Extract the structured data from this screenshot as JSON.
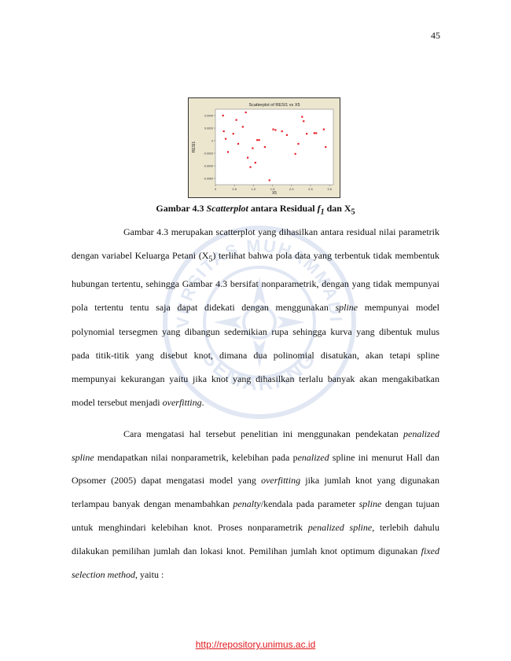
{
  "page_number": "45",
  "figure": {
    "caption_prefix": "Gambar 4.3 ",
    "caption_italic": "Scatterplot",
    "caption_mid": " antara Residual ",
    "caption_f": "f",
    "caption_f_sub": "1",
    "caption_and": " dan X",
    "caption_x_sub": "5"
  },
  "chart_data": {
    "type": "scatter",
    "title": "Scatterplot of RESI1 vs X5",
    "xlabel": "X5",
    "ylabel": "RESI1",
    "x_ticks": [
      "0",
      "0.5",
      "1.0",
      "1.5",
      "2.0",
      "2.5",
      "3.0"
    ],
    "y_ticks": [
      "0.0040",
      "0.0020",
      "0",
      "-0.0020",
      "-0.0040",
      "-0.0060"
    ],
    "xlim": [
      0,
      3.1
    ],
    "ylim": [
      -0.007,
      0.005
    ],
    "point_color": "#e8202a",
    "points": [
      [
        0.2,
        0.004
      ],
      [
        0.22,
        0.0015
      ],
      [
        0.27,
        0.0003
      ],
      [
        0.33,
        -0.0018
      ],
      [
        0.47,
        0.0011
      ],
      [
        0.55,
        0.0033
      ],
      [
        0.6,
        -0.0005
      ],
      [
        0.72,
        0.0022
      ],
      [
        0.8,
        0.0045
      ],
      [
        0.85,
        -0.0027
      ],
      [
        0.92,
        -0.0042
      ],
      [
        0.98,
        -0.0012
      ],
      [
        1.05,
        -0.0035
      ],
      [
        1.1,
        0.0001
      ],
      [
        1.15,
        0.0001
      ],
      [
        1.3,
        -0.001
      ],
      [
        1.42,
        -0.0063
      ],
      [
        1.52,
        0.0018
      ],
      [
        1.58,
        0.0017
      ],
      [
        1.75,
        0.0015
      ],
      [
        1.88,
        0.0009
      ],
      [
        2.1,
        -0.0021
      ],
      [
        2.18,
        -0.0005
      ],
      [
        2.28,
        0.0038
      ],
      [
        2.32,
        0.0031
      ],
      [
        2.4,
        0.0011
      ],
      [
        2.6,
        0.0012
      ],
      [
        2.65,
        0.0012
      ],
      [
        2.85,
        0.0018
      ],
      [
        2.9,
        -0.001
      ]
    ]
  },
  "paragraphs": {
    "p1": {
      "text_a": "Gambar 4.3 merupakan scatterplot yang dihasilkan antara residual nilai parametrik dengan variabel Keluarga Petani (X",
      "sub": "5",
      "text_b": ") terlihat bahwa pola data yang terbentuk tidak membentuk hubungan tertentu, sehingga Gambar 4.3 bersifat nonparametrik, dengan yang tidak mempunyai pola tertentu tentu saja dapat didekati dengan menggunakan ",
      "spline": "spline",
      "text_c": " mempunyai model polynomial tersegmen yang dibangun sedemikian rupa sehingga kurva yang dibentuk mulus pada titik-titik yang disebut knot, dimana dua polinomial disatukan, akan tetapi spline mempunyai kekurangan yaitu jika knot yang dihasilkan terlalu banyak akan mengakibatkan model tersebut menjadi ",
      "overfitting": "overfitting",
      "text_d": "."
    },
    "p2": {
      "text_a": "Cara mengatasi hal tersebut penelitian ini menggunakan pendekatan ",
      "penalized_spline": "penalized spline",
      "text_b": " mendapatkan nilai nonparametrik, kelebihan pada p",
      "enalized": "enalized",
      "text_c": " spline ini menurut Hall dan Opsomer (2005) dapat mengatasi model yang ",
      "overfitting": "overfitting",
      "text_d": " jika jumlah knot yang digunakan terlampau banyak dengan menambahkan ",
      "penalty": "penalty",
      "text_e": "/kendala pada parameter ",
      "spline": "spline",
      "text_f": " dengan tujuan untuk menghindari kelebihan knot. Proses nonparametrik ",
      "penalized_spline_2": "penalized spline",
      "text_g": ", terlebih dahulu dilakukan pemilihan jumlah dan lokasi knot. Pemilihan jumlah knot optimum digunakan ",
      "fixed": "fixed selection method",
      "text_h": ", yaitu :"
    }
  },
  "watermark": {
    "top_text": "UNIVERSITAS MUHAMMADIYAH",
    "bottom_text": "SEMARANG",
    "color": "#1e4fa8"
  },
  "footer": {
    "url": "http://repository.unimus.ac.id"
  }
}
